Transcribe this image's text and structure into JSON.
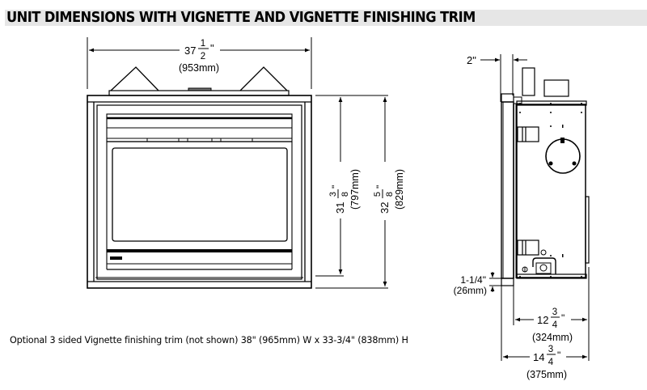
{
  "title": "UNIT DIMENSIONS WITH VIGNETTE AND VIGNETTE FINISHING TRIM",
  "front_view": {
    "width_dim": {
      "whole": "37",
      "num": "1",
      "den": "2",
      "unit": "\"",
      "metric": "(953mm)"
    },
    "inner_height_dim": {
      "whole": "31",
      "num": "3",
      "den": "8",
      "unit": "\"",
      "metric": "(797mm)"
    },
    "outer_height_dim": {
      "whole": "32",
      "num": "5",
      "den": "8",
      "unit": "\"",
      "metric": "(829mm)"
    }
  },
  "side_view": {
    "top_gap_dim": {
      "text": "2\""
    },
    "trim_thickness_dim": {
      "text": "1-1/4\"",
      "metric": "(26mm)"
    },
    "depth_dim": {
      "whole": "12",
      "num": "3",
      "den": "4",
      "unit": "\"",
      "metric": "(324mm)"
    },
    "overall_depth_dim": {
      "whole": "14",
      "num": "3",
      "den": "4",
      "unit": "\"",
      "metric": "(375mm)"
    }
  },
  "note": "Optional 3 sided Vignette finishing trim (not shown) 38\" (965mm) W x 33-3/4\" (838mm) H"
}
